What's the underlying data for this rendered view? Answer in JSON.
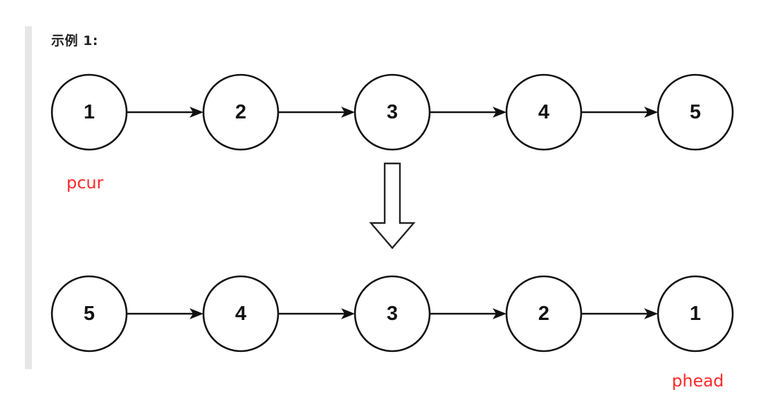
{
  "title": "示例 1:",
  "colors": {
    "label": "#ff2a2a",
    "stroke": "#111111",
    "quote_bar": "#e6e6e6"
  },
  "diagram": {
    "before": {
      "nodes": [
        "1",
        "2",
        "3",
        "4",
        "5"
      ],
      "pointer_label": "pcur"
    },
    "transform_arrow": "down-arrow",
    "after": {
      "nodes": [
        "5",
        "4",
        "3",
        "2",
        "1"
      ],
      "pointer_label": "phead"
    }
  }
}
